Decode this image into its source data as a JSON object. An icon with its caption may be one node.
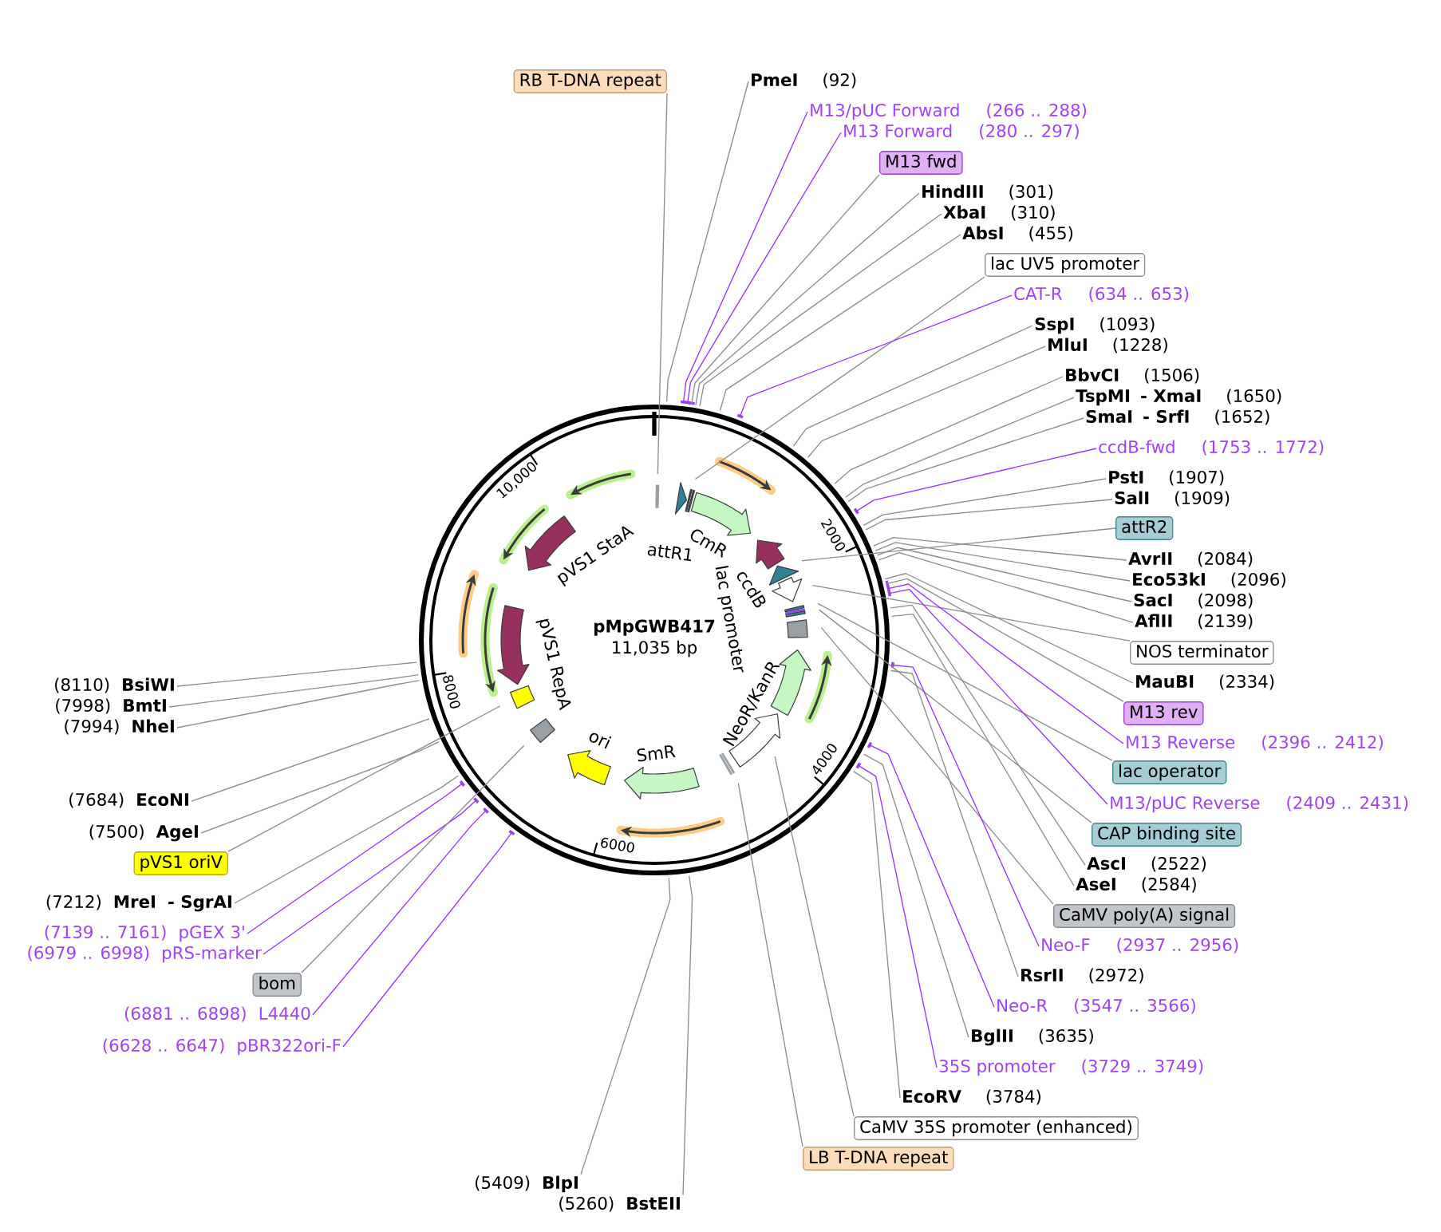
{
  "diagram": {
    "nodes": [
      {
        "text": [
          "pMpGWB417",
          "11,035 bp"
        ]
      },
      {
        "text": [
          "RB T-DNA repeat"
        ]
      },
      {
        "text": [
          "PmeI",
          "(92)"
        ]
      },
      {
        "text": [
          "M13/pUC Forward",
          "(266 .. 288)"
        ]
      },
      {
        "text": [
          "M13 Forward",
          "(280 .. 297)"
        ]
      },
      {
        "text": [
          "M13 fwd"
        ]
      },
      {
        "text": [
          "HindIII",
          "(301)"
        ]
      },
      {
        "text": [
          "XbaI",
          "(310)"
        ]
      },
      {
        "text": [
          "AbsI",
          "(455)"
        ]
      },
      {
        "text": [
          "lac UV5 promoter"
        ]
      },
      {
        "text": [
          "CAT-R",
          "(634 .. 653)"
        ]
      },
      {
        "text": [
          "SspI",
          "(1093)"
        ]
      },
      {
        "text": [
          "MluI",
          "(1228)"
        ]
      },
      {
        "text": [
          "BbvCI",
          "(1506)"
        ]
      },
      {
        "text": [
          "TspMI",
          "- XmaI",
          "(1650)"
        ]
      },
      {
        "text": [
          "SmaI",
          "- SrfI",
          "(1652)"
        ]
      },
      {
        "text": [
          "ccdB-fwd",
          "(1753 .. 1772)"
        ]
      },
      {
        "text": [
          "PstI",
          "(1907)"
        ]
      },
      {
        "text": [
          "SalI",
          "(1909)"
        ]
      },
      {
        "text": [
          "attR2"
        ]
      },
      {
        "text": [
          "AvrII",
          "(2084)"
        ]
      },
      {
        "text": [
          "Eco53kI",
          "(2096)"
        ]
      },
      {
        "text": [
          "SacI",
          "(2098)"
        ]
      },
      {
        "text": [
          "AflII",
          "(2139)"
        ]
      },
      {
        "text": [
          "NOS terminator"
        ]
      },
      {
        "text": [
          "MauBI",
          "(2334)"
        ]
      },
      {
        "text": [
          "M13 rev"
        ]
      },
      {
        "text": [
          "M13 Reverse",
          "(2396 .. 2412)"
        ]
      },
      {
        "text": [
          "lac operator"
        ]
      },
      {
        "text": [
          "M13/pUC Reverse",
          "(2409 .. 2431)"
        ]
      },
      {
        "text": [
          "CAP binding site"
        ]
      },
      {
        "text": [
          "AscI",
          "(2522)"
        ]
      },
      {
        "text": [
          "AseI",
          "(2584)"
        ]
      },
      {
        "text": [
          "CaMV poly(A) signal"
        ]
      },
      {
        "text": [
          "Neo-F",
          "(2937 .. 2956)"
        ]
      },
      {
        "text": [
          "RsrII",
          "(2972)"
        ]
      },
      {
        "text": [
          "Neo-R",
          "(3547 .. 3566)"
        ]
      },
      {
        "text": [
          "BglII",
          "(3635)"
        ]
      },
      {
        "text": [
          "35S promoter",
          "(3729 .. 3749)"
        ]
      },
      {
        "text": [
          "EcoRV",
          "(3784)"
        ]
      },
      {
        "text": [
          "CaMV 35S promoter (enhanced)"
        ]
      },
      {
        "text": [
          "LB T-DNA repeat"
        ]
      },
      {
        "text": [
          "(5260)",
          "BstEII"
        ]
      },
      {
        "text": [
          "(5409)",
          "BlpI"
        ]
      },
      {
        "text": [
          "(8110)",
          "BsiWI"
        ]
      },
      {
        "text": [
          "(7998)",
          "BmtI"
        ]
      },
      {
        "text": [
          "(7994)",
          "NheI"
        ]
      },
      {
        "text": [
          "(7684)",
          "EcoNI"
        ]
      },
      {
        "text": [
          "(7500)",
          "AgeI"
        ]
      },
      {
        "text": [
          "pVS1 oriV"
        ]
      },
      {
        "text": [
          "(7212)",
          "MreI",
          "- SgrAI"
        ]
      },
      {
        "text": [
          "(7139 .. 7161)",
          "pGEX 3'"
        ]
      },
      {
        "text": [
          "(6979 .. 6998)",
          "pRS-marker"
        ]
      },
      {
        "text": [
          "bom"
        ]
      },
      {
        "text": [
          "(6881 .. 6898)",
          "L4440"
        ]
      },
      {
        "text": [
          "(6628 .. 6647)",
          "pBR322ori-F"
        ]
      }
    ],
    "edges": [
      {
        "from": 1,
        "to": 0,
        "arrow": "none"
      },
      {
        "from": 2,
        "to": 0,
        "arrow": "none"
      },
      {
        "from": 3,
        "to": 0,
        "arrow": "none",
        "color": "#9b30ff"
      },
      {
        "from": 4,
        "to": 0,
        "arrow": "none",
        "color": "#9b30ff"
      },
      {
        "from": 5,
        "to": 0,
        "arrow": "none"
      },
      {
        "from": 6,
        "to": 0,
        "arrow": "none"
      },
      {
        "from": 7,
        "to": 0,
        "arrow": "none"
      },
      {
        "from": 8,
        "to": 0,
        "arrow": "none"
      },
      {
        "from": 9,
        "to": 0,
        "arrow": "none"
      },
      {
        "from": 10,
        "to": 0,
        "arrow": "none",
        "color": "#9b30ff"
      },
      {
        "from": 11,
        "to": 0,
        "arrow": "none"
      },
      {
        "from": 12,
        "to": 0,
        "arrow": "none"
      },
      {
        "from": 13,
        "to": 0,
        "arrow": "none"
      },
      {
        "from": 14,
        "to": 0,
        "arrow": "none"
      },
      {
        "from": 15,
        "to": 0,
        "arrow": "none"
      },
      {
        "from": 16,
        "to": 0,
        "arrow": "none",
        "color": "#9b30ff"
      },
      {
        "from": 17,
        "to": 0,
        "arrow": "none"
      },
      {
        "from": 18,
        "to": 0,
        "arrow": "none"
      },
      {
        "from": 19,
        "to": 0,
        "arrow": "none"
      },
      {
        "from": 20,
        "to": 0,
        "arrow": "none"
      },
      {
        "from": 21,
        "to": 0,
        "arrow": "none"
      },
      {
        "from": 22,
        "to": 0,
        "arrow": "none"
      },
      {
        "from": 23,
        "to": 0,
        "arrow": "none"
      },
      {
        "from": 24,
        "to": 0,
        "arrow": "none"
      },
      {
        "from": 25,
        "to": 0,
        "arrow": "none"
      },
      {
        "from": 26,
        "to": 0,
        "arrow": "none"
      },
      {
        "from": 27,
        "to": 0,
        "arrow": "none",
        "color": "#9b30ff"
      },
      {
        "from": 28,
        "to": 0,
        "arrow": "none"
      },
      {
        "from": 29,
        "to": 0,
        "arrow": "none",
        "color": "#9b30ff"
      },
      {
        "from": 30,
        "to": 0,
        "arrow": "none"
      },
      {
        "from": 31,
        "to": 0,
        "arrow": "none"
      },
      {
        "from": 32,
        "to": 0,
        "arrow": "none"
      },
      {
        "from": 33,
        "to": 0,
        "arrow": "none"
      },
      {
        "from": 34,
        "to": 0,
        "arrow": "none",
        "color": "#9b30ff"
      },
      {
        "from": 35,
        "to": 0,
        "arrow": "none"
      },
      {
        "from": 36,
        "to": 0,
        "arrow": "none",
        "color": "#9b30ff"
      },
      {
        "from": 37,
        "to": 0,
        "arrow": "none"
      },
      {
        "from": 38,
        "to": 0,
        "arrow": "none",
        "color": "#9b30ff"
      },
      {
        "from": 39,
        "to": 0,
        "arrow": "none"
      },
      {
        "from": 40,
        "to": 0,
        "arrow": "none"
      },
      {
        "from": 41,
        "to": 0,
        "arrow": "none"
      },
      {
        "from": 42,
        "to": 0,
        "arrow": "none"
      },
      {
        "from": 43,
        "to": 0,
        "arrow": "none"
      },
      {
        "from": 44,
        "to": 0,
        "arrow": "none"
      },
      {
        "from": 45,
        "to": 0,
        "arrow": "none"
      },
      {
        "from": 46,
        "to": 0,
        "arrow": "none"
      },
      {
        "from": 47,
        "to": 0,
        "arrow": "none"
      },
      {
        "from": 48,
        "to": 0,
        "arrow": "none"
      },
      {
        "from": 49,
        "to": 0,
        "arrow": "none"
      },
      {
        "from": 50,
        "to": 0,
        "arrow": "none"
      },
      {
        "from": 51,
        "to": 0,
        "arrow": "none",
        "color": "#9b30ff"
      },
      {
        "from": 52,
        "to": 0,
        "arrow": "none",
        "color": "#9b30ff"
      },
      {
        "from": 53,
        "to": 0,
        "arrow": "none"
      },
      {
        "from": 54,
        "to": 0,
        "arrow": "none",
        "color": "#9b30ff"
      },
      {
        "from": 55,
        "to": 0,
        "arrow": "none",
        "color": "#9b30ff"
      }
    ],
    "labels": [
      "attR1",
      "CmR",
      "ccdB",
      "lac promoter",
      "NeoR/KanR",
      "SmR",
      "ori",
      "pVS1 RepA",
      "pVS1 StaA",
      "2000",
      "4000",
      "6000",
      "8000",
      "10,000"
    ]
  }
}
